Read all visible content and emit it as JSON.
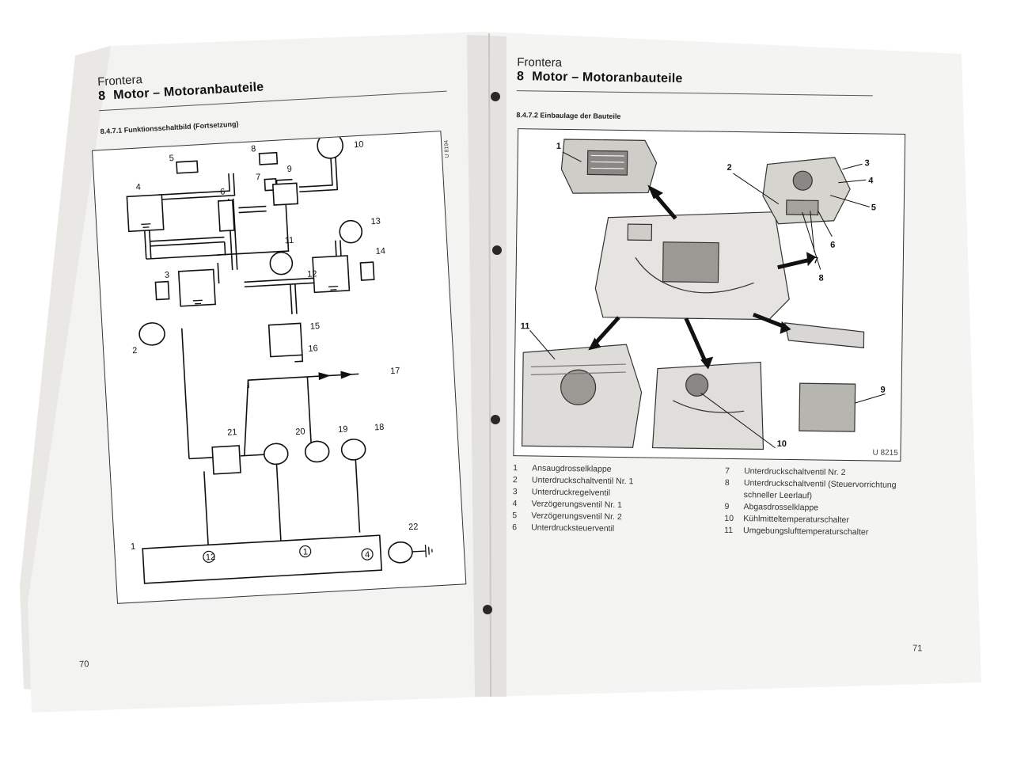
{
  "left_page": {
    "brand": "Frontera",
    "chapter_number": "8",
    "chapter_title": "Motor – Motoranbauteile",
    "section_title": "8.4.7.1 Funktionsschaltbild (Fortsetzung)",
    "figure_code": "U 8194",
    "page_number": "70",
    "part_labels": [
      "1",
      "2",
      "3",
      "4",
      "5",
      "6",
      "7",
      "8",
      "9",
      "10",
      "11",
      "12",
      "13",
      "14",
      "15",
      "16",
      "17",
      "18",
      "19",
      "20",
      "21",
      "22"
    ],
    "connector_numbers": [
      "12",
      "1",
      "4"
    ]
  },
  "right_page": {
    "brand": "Frontera",
    "chapter_number": "8",
    "chapter_title": "Motor – Motoranbauteile",
    "section_title": "8.4.7.2 Einbaulage der Bauteile",
    "figure_code": "U 8215",
    "page_number": "71",
    "callouts": [
      "1",
      "2",
      "3",
      "4",
      "5",
      "6",
      "7",
      "8",
      "9",
      "10",
      "11"
    ],
    "legend": [
      {
        "num": "1",
        "text": "Ansaugdrosselklappe"
      },
      {
        "num": "2",
        "text": "Unterdruckschaltventil Nr. 1"
      },
      {
        "num": "3",
        "text": "Unterdruckregelventil"
      },
      {
        "num": "4",
        "text": "Verzögerungsventil Nr. 1"
      },
      {
        "num": "5",
        "text": "Verzögerungsventil Nr. 2"
      },
      {
        "num": "6",
        "text": "Unterdrucksteuerventil"
      },
      {
        "num": "7",
        "text": "Unterdruckschaltventil Nr. 2"
      },
      {
        "num": "8",
        "text": "Unterdruckschaltventil (Steuervorrichtung schneller Leerlauf)"
      },
      {
        "num": "9",
        "text": "Abgasdrosselklappe"
      },
      {
        "num": "10",
        "text": "Kühlmitteltemperaturschalter"
      },
      {
        "num": "11",
        "text": "Umgebungslufttemperaturschalter"
      }
    ]
  },
  "colors": {
    "paper": "#f2f2ef",
    "paper_shadow": "#d9d8d4",
    "ink": "#1a1a1a",
    "binding_hole": "#2b2726"
  }
}
